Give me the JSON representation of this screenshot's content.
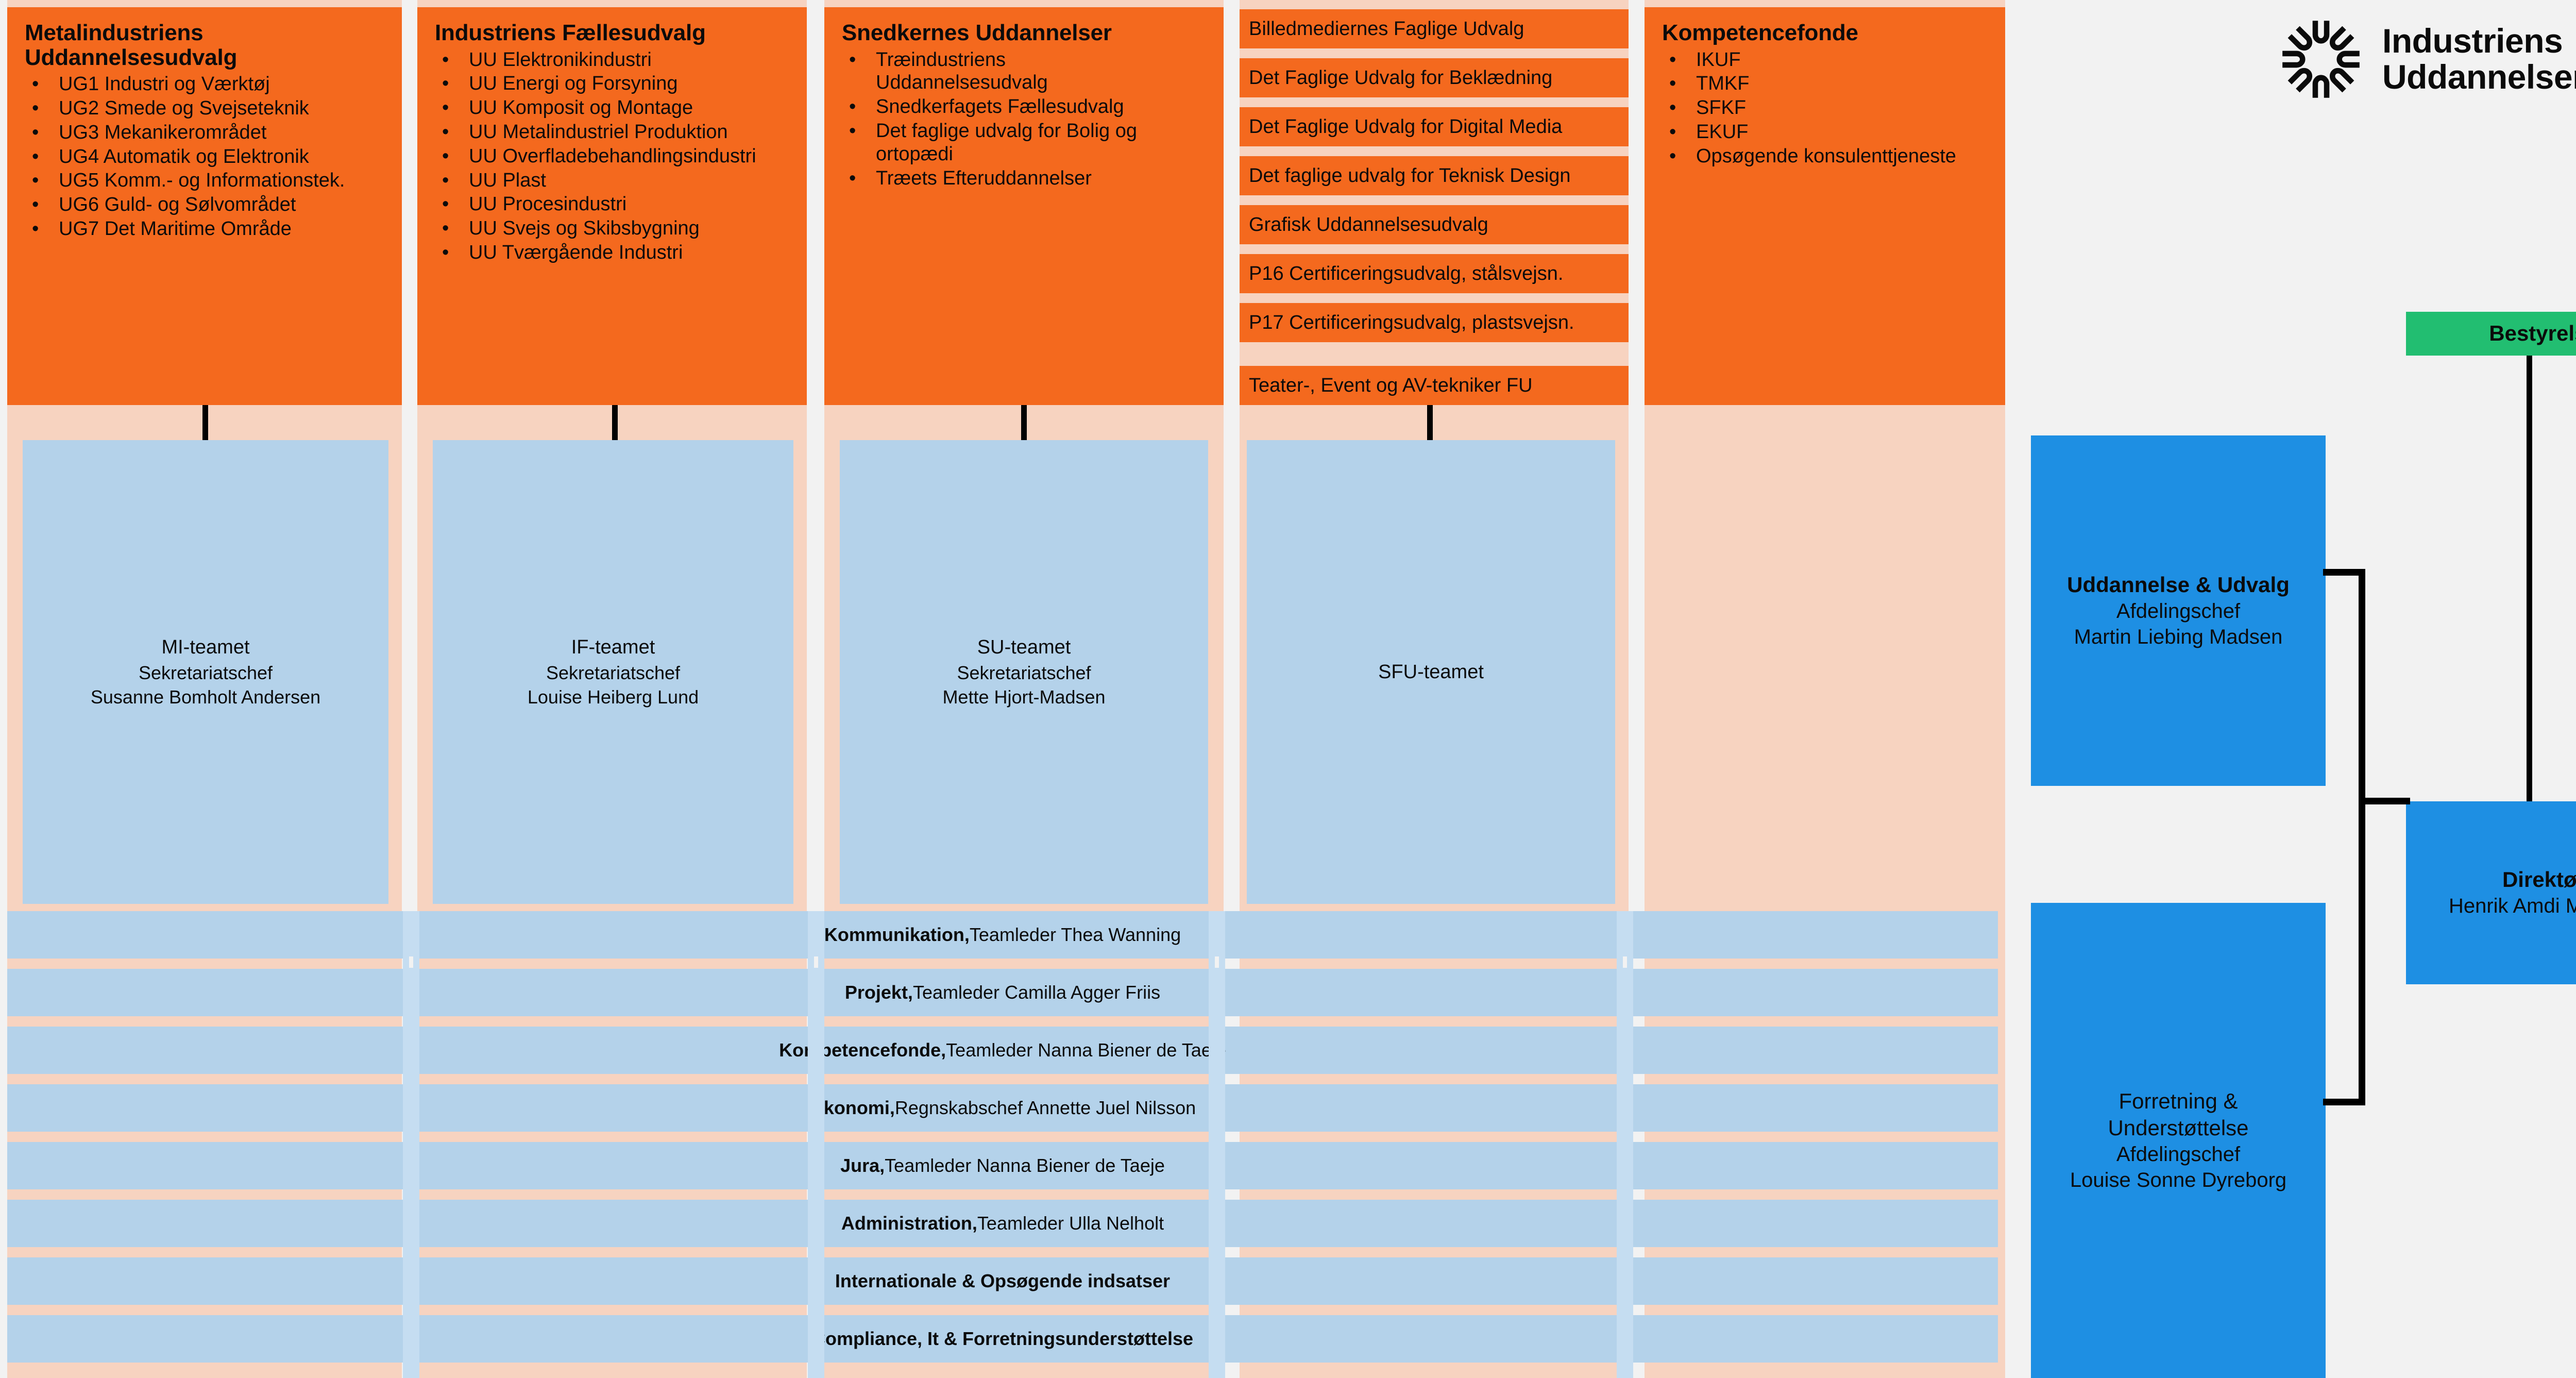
{
  "logo": {
    "mark": "radial-u-burst-icon",
    "line1": "Industriens",
    "line2": "Uddannelser"
  },
  "colors": {
    "orange": "#F4691E",
    "peach": "#F7D3C0",
    "light_blue": "#B4D2EA",
    "blue": "#1E8FE3",
    "green": "#22BE71",
    "background": "#F2F2F2",
    "connector": "#000000"
  },
  "committees": [
    {
      "title": "Metalindustriens Uddannelsesudvalg",
      "items": [
        "UG1 Industri og Værktøj",
        "UG2 Smede og Svejseteknik",
        "UG3 Mekanikerområdet",
        "UG4 Automatik og Elektronik",
        "UG5 Komm.- og Informationstek.",
        "UG6 Guld- og Sølvområdet",
        "UG7 Det Maritime Område"
      ]
    },
    {
      "title": "Industriens Fællesudvalg",
      "items": [
        "UU Elektronikindustri",
        "UU Energi og Forsyning",
        "UU Komposit og Montage",
        "UU Metalindustriel Produktion",
        "UU Overfladebehandlingsindustri",
        "UU Plast",
        "UU Procesindustri",
        "UU Svejs og Skibsbygning",
        "UU Tværgående Industri"
      ]
    },
    {
      "title": "Snedkernes Uddannelser",
      "items": [
        "Træindustriens Uddannelsesudvalg",
        "Snedkerfagets Fællesudvalg",
        "Det faglige udvalg for Bolig og ortopædi",
        "Træets Efteruddannelser"
      ]
    },
    {
      "title": "Kompetencefonde",
      "items": [
        "IKUF",
        "TMKF",
        "SFKF",
        "EKUF",
        "Opsøgende konsulenttjeneste"
      ]
    }
  ],
  "pill_column": {
    "pills": [
      "Billedmediernes Faglige Udvalg",
      "Det Faglige Udvalg for Beklædning",
      "Det Faglige Udvalg for Digital Media",
      "Det faglige udvalg for Teknisk Design",
      "Grafisk Uddannelsesudvalg",
      "P16 Certificeringsudvalg, stålsvejsn.",
      "P17 Certificeringsudvalg, plastsvejsn.",
      "Teater-, Event og AV-tekniker FU"
    ]
  },
  "teams": [
    {
      "name": "MI-teamet",
      "role": "Sekretariatschef",
      "person": "Susanne Bomholt Andersen"
    },
    {
      "name": "IF-teamet",
      "role": "Sekretariatschef",
      "person": "Louise Heiberg Lund"
    },
    {
      "name": "SU-teamet",
      "role": "Sekretariatschef",
      "person": "Mette Hjort-Madsen"
    },
    {
      "name": "SFU-teamet",
      "role": "",
      "person": ""
    }
  ],
  "function_bars": [
    {
      "bold": "Kommunikation,",
      "rest": " Teamleder Thea Wanning"
    },
    {
      "bold": "Projekt,",
      "rest": " Teamleder Camilla Agger Friis"
    },
    {
      "bold": "Kompetencefonde,",
      "rest": " Teamleder Nanna Biener de Taeje"
    },
    {
      "bold": "Økonomi,",
      "rest": " Regnskabschef Annette Juel Nilsson"
    },
    {
      "bold": "Jura,",
      "rest": " Teamleder Nanna Biener de Taeje"
    },
    {
      "bold": "Administration,",
      "rest": " Teamleder Ulla Nelholt"
    },
    {
      "bold": "Internationale & Opsøgende indsatser",
      "rest": ""
    },
    {
      "bold": "Compliance, It & Forretningsunderstøttelse",
      "rest": ""
    }
  ],
  "management": {
    "board": {
      "title": "Bestyrelse"
    },
    "director": {
      "title": "Direktør",
      "person": "Henrik Amdi Madsen"
    },
    "dept_education": {
      "title": "Uddannelse & Udvalg",
      "role": "Afdelingschef",
      "person": "Martin Liebing Madsen"
    },
    "dept_business": {
      "title_line1": "Forretning &",
      "title_line2": "Understøttelse",
      "role": "Afdelingschef",
      "person": "Louise Sonne Dyreborg"
    }
  }
}
